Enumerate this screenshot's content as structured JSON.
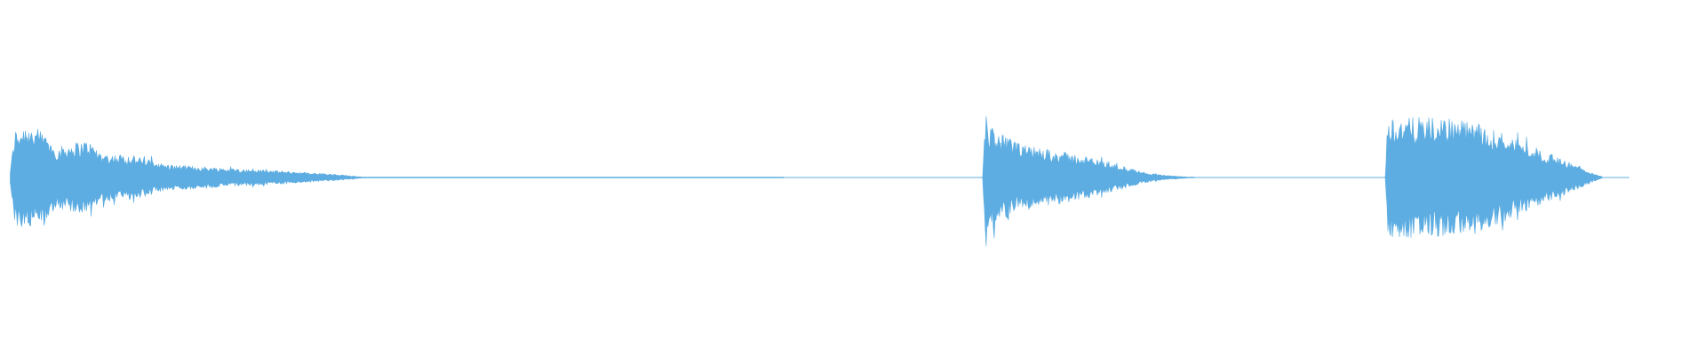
{
  "waveform": {
    "color": "#5DADE2",
    "background": "#FFFFFF",
    "segments": [
      {
        "name": "segment-1",
        "start": 0.006,
        "end": 0.46,
        "envelope": [
          [
            0.0,
            0.1
          ],
          [
            0.006,
            0.8
          ],
          [
            0.02,
            0.9
          ],
          [
            0.04,
            0.78
          ],
          [
            0.06,
            0.5
          ],
          [
            0.08,
            0.58
          ],
          [
            0.1,
            0.62
          ],
          [
            0.12,
            0.4
          ],
          [
            0.15,
            0.38
          ],
          [
            0.18,
            0.3
          ],
          [
            0.2,
            0.22
          ],
          [
            0.25,
            0.18
          ],
          [
            0.3,
            0.14
          ],
          [
            0.35,
            0.11
          ],
          [
            0.4,
            0.07
          ],
          [
            0.44,
            0.03
          ],
          [
            0.46,
            0.0
          ]
        ]
      },
      {
        "name": "segment-2",
        "start": 0.576,
        "end": 0.7,
        "envelope": [
          [
            0.0,
            0.0
          ],
          [
            0.01,
            0.95
          ],
          [
            0.08,
            0.75
          ],
          [
            0.18,
            0.55
          ],
          [
            0.3,
            0.48
          ],
          [
            0.42,
            0.4
          ],
          [
            0.55,
            0.3
          ],
          [
            0.65,
            0.2
          ],
          [
            0.75,
            0.1
          ],
          [
            0.85,
            0.04
          ],
          [
            1.0,
            0.0
          ]
        ]
      },
      {
        "name": "segment-3",
        "start": 0.812,
        "end": 0.94,
        "envelope": [
          [
            0.0,
            0.0
          ],
          [
            0.01,
            1.0
          ],
          [
            0.15,
            1.0
          ],
          [
            0.3,
            0.98
          ],
          [
            0.45,
            0.88
          ],
          [
            0.6,
            0.65
          ],
          [
            0.75,
            0.4
          ],
          [
            0.88,
            0.2
          ],
          [
            0.96,
            0.06
          ],
          [
            1.0,
            0.0
          ]
        ]
      }
    ],
    "baseline_segments": [
      {
        "start": 0.46,
        "end": 0.576
      },
      {
        "start": 0.7,
        "end": 0.812
      },
      {
        "start": 0.94,
        "end": 0.955
      }
    ]
  }
}
